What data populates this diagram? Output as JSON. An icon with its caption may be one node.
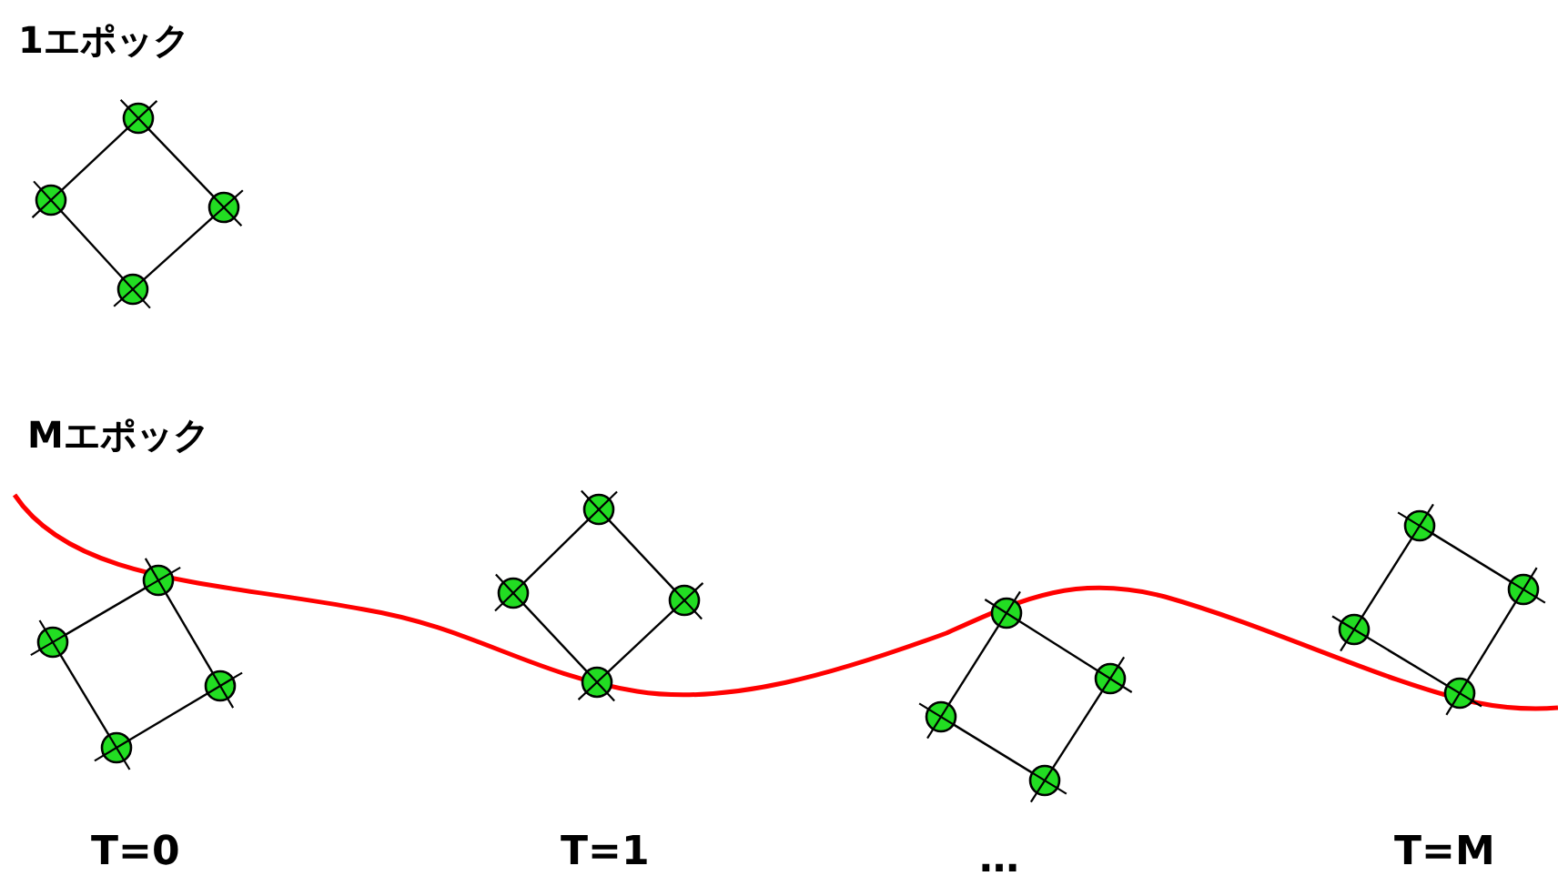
{
  "diagram": {
    "nodes": [
      {
        "text": [],
        "shape": "circle"
      },
      {
        "text": [],
        "shape": "circle"
      },
      {
        "text": [],
        "shape": "circle"
      },
      {
        "text": [],
        "shape": "circle"
      },
      {
        "text": [],
        "shape": "circle"
      },
      {
        "text": [],
        "shape": "circle"
      },
      {
        "text": [],
        "shape": "circle"
      },
      {
        "text": [],
        "shape": "circle"
      },
      {
        "text": [],
        "shape": "circle"
      },
      {
        "text": [],
        "shape": "circle"
      },
      {
        "text": [],
        "shape": "circle"
      },
      {
        "text": [],
        "shape": "circle"
      },
      {
        "text": [],
        "shape": "circle"
      },
      {
        "text": [],
        "shape": "circle"
      },
      {
        "text": [],
        "shape": "circle"
      },
      {
        "text": [],
        "shape": "circle"
      },
      {
        "text": [],
        "shape": "circle"
      },
      {
        "text": [],
        "shape": "circle"
      },
      {
        "text": [],
        "shape": "circle"
      },
      {
        "text": [],
        "shape": "circle"
      }
    ],
    "edges": [
      {
        "from": 0,
        "to": 1,
        "arrow": "none"
      },
      {
        "from": 0,
        "to": 2,
        "arrow": "none"
      },
      {
        "from": 1,
        "to": 3,
        "arrow": "none"
      },
      {
        "from": 2,
        "to": 3,
        "arrow": "none"
      },
      {
        "from": 4,
        "to": 5,
        "arrow": "none"
      },
      {
        "from": 4,
        "to": 6,
        "arrow": "none"
      },
      {
        "from": 5,
        "to": 7,
        "arrow": "none"
      },
      {
        "from": 6,
        "to": 7,
        "arrow": "none"
      },
      {
        "from": 8,
        "to": 9,
        "arrow": "none"
      },
      {
        "from": 8,
        "to": 10,
        "arrow": "none"
      },
      {
        "from": 9,
        "to": 11,
        "arrow": "none"
      },
      {
        "from": 10,
        "to": 11,
        "arrow": "none"
      },
      {
        "from": 12,
        "to": 13,
        "arrow": "none"
      },
      {
        "from": 12,
        "to": 14,
        "arrow": "none"
      },
      {
        "from": 13,
        "to": 15,
        "arrow": "none"
      },
      {
        "from": 14,
        "to": 15,
        "arrow": "none"
      },
      {
        "from": 16,
        "to": 17,
        "arrow": "none"
      },
      {
        "from": 16,
        "to": 18,
        "arrow": "none"
      },
      {
        "from": 17,
        "to": 19,
        "arrow": "none"
      },
      {
        "from": 18,
        "to": 19,
        "arrow": "none"
      }
    ],
    "labels": [
      "1エポック",
      "Mエポック",
      "T=0",
      "T=1",
      "…",
      "T=M"
    ]
  }
}
